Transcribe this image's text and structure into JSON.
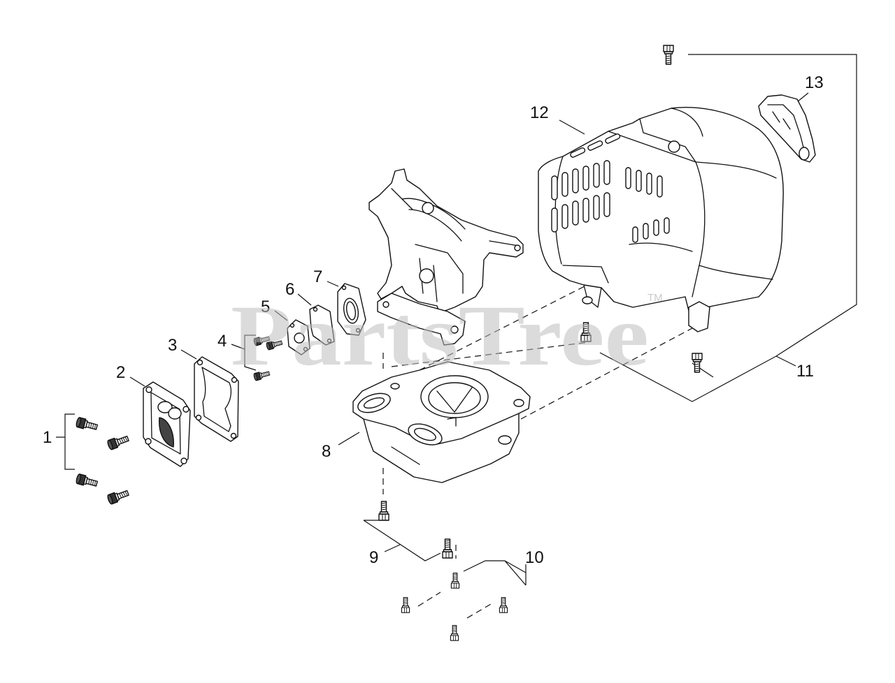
{
  "diagram": {
    "callouts": [
      "1",
      "2",
      "3",
      "4",
      "5",
      "6",
      "7",
      "8",
      "9",
      "10",
      "11",
      "12",
      "13"
    ]
  },
  "watermark": {
    "text": "PartsTree",
    "tm": "TM"
  }
}
